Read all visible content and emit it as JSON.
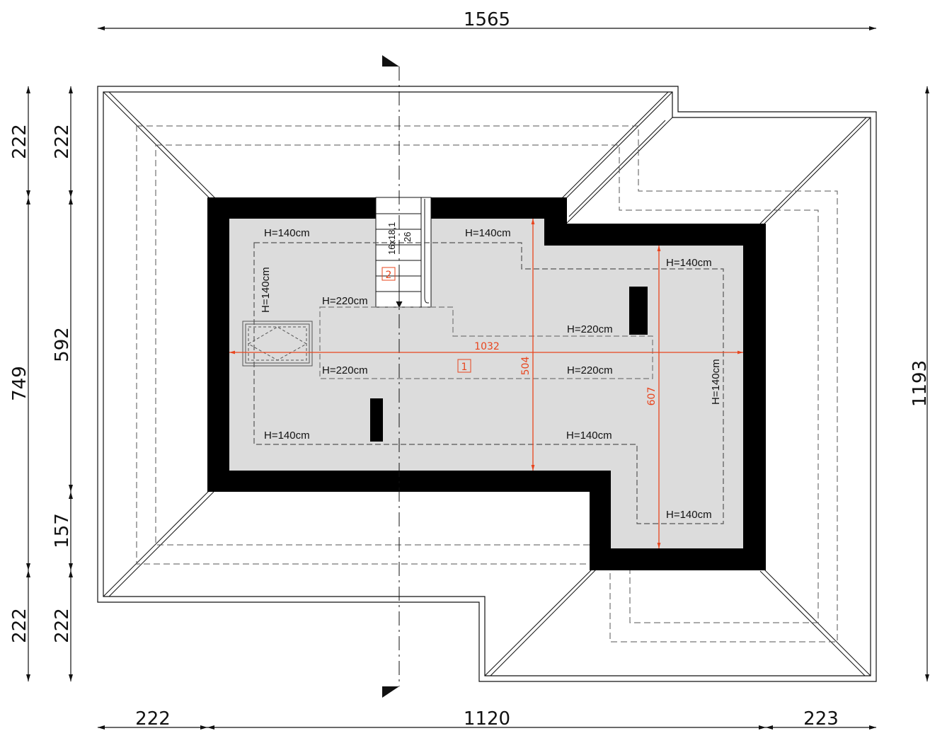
{
  "dimensions": {
    "top_total": "1565",
    "bottom_left": "222",
    "bottom_middle": "1120",
    "bottom_right": "223",
    "right_total": "1193",
    "left_outer_top": "222",
    "left_outer_middle": "749",
    "left_outer_bottom": "222",
    "left_inner_top": "222",
    "left_inner_middle": "592",
    "left_inner_lower": "157",
    "left_inner_bottom": "222"
  },
  "height_labels": {
    "top_left": "H=140cm",
    "top_middle": "H=140cm",
    "right_upper": "H=140cm",
    "left_vertical": "H=140cm",
    "right_vertical": "H=140cm",
    "bottom_left": "H=140cm",
    "bottom_middle": "H=140cm",
    "bottom_right": "H=140cm",
    "inner_top_left": "H=220cm",
    "inner_top_right": "H=220cm",
    "inner_bottom_left": "H=220cm",
    "inner_bottom_right": "H=220cm"
  },
  "interior": {
    "horizontal_dim": "1032",
    "vertical_dim_left": "504",
    "vertical_dim_right": "607",
    "room_number": "1",
    "stair_number": "2"
  },
  "stair": {
    "spec": "16x18,1",
    "tread": "26"
  },
  "colors": {
    "wall": "#000000",
    "floor": "#dcdcdc",
    "annotation": "#e8451e",
    "line": "#111111"
  }
}
